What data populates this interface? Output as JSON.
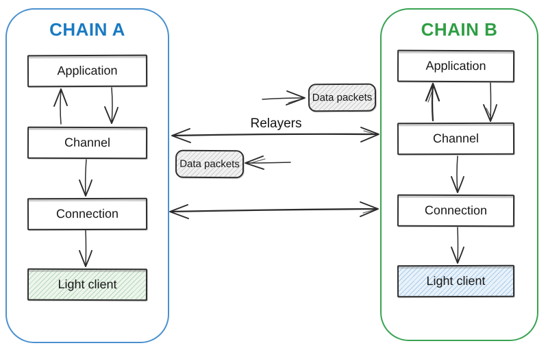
{
  "diagram": {
    "chain_a": {
      "title": "CHAIN A",
      "boxes": [
        {
          "label": "Application"
        },
        {
          "label": "Channel"
        },
        {
          "label": "Connection"
        },
        {
          "label": "Light client"
        }
      ]
    },
    "chain_b": {
      "title": "CHAIN B",
      "boxes": [
        {
          "label": "Application"
        },
        {
          "label": "Channel"
        },
        {
          "label": "Connection"
        },
        {
          "label": "Light client"
        }
      ]
    },
    "middle": {
      "relayers_label": "Relayers",
      "data_packet_top": "Data packets",
      "data_packet_bottom": "Data packets"
    }
  },
  "colors": {
    "chain_a_border": "#4a90cf",
    "chain_a_title": "#1a7ac2",
    "chain_b_border": "#38a352",
    "chain_b_title": "#2f9e44",
    "light_client_a_fill": "#edf5ec",
    "light_client_b_fill": "#e8f2fa",
    "packet_fill": "#f1f1f1",
    "box_border": "#2e2e2e",
    "arrow_stroke": "#2b2b2b"
  }
}
